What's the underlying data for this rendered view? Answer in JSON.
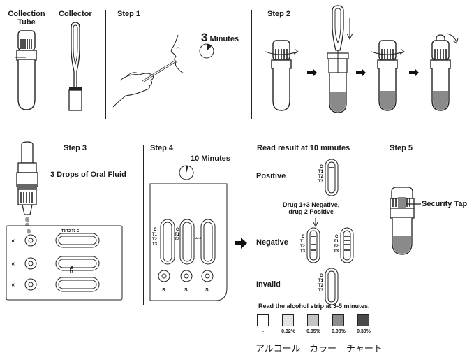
{
  "top": {
    "collection_tube": "Collection\nTube",
    "collector": "Collector",
    "step1": "Step 1",
    "step1_minutes_num": "3",
    "step1_minutes_text": " Minutes",
    "step2": "Step 2"
  },
  "step3": {
    "title": "Step 3",
    "instruction": "3 Drops of  Oral Fluid",
    "well_label": "S",
    "strip_marks": [
      "C",
      "T1",
      "T2",
      "T3"
    ],
    "alc_label": "ALC"
  },
  "step4": {
    "title": "Step 4",
    "minutes": "10 Minutes",
    "strip_marks": [
      "C",
      "T1",
      "T2",
      "T3"
    ],
    "alc_label": "ALC",
    "well_label": "S"
  },
  "result": {
    "title": "Read result at 10 minutes",
    "positive": "Positive",
    "negative": "Negative",
    "invalid": "Invalid",
    "note": "Drug 1+3 Negative,\ndrug 2 Positive",
    "marks": [
      "C",
      "T1",
      "T2",
      "T3"
    ],
    "alcohol_note": "Read the alcohol strip at 3-5 minutes.",
    "swatches": [
      {
        "label": "-",
        "color": "#ffffff"
      },
      {
        "label": "0.02%",
        "color": "#e3e3e3"
      },
      {
        "label": "0.05%",
        "color": "#c4c4c4"
      },
      {
        "label": "0.08%",
        "color": "#8d8d8d"
      },
      {
        "label": "0.30%",
        "color": "#4a4a4a"
      }
    ],
    "chart_caption": [
      "アルコール",
      "カラー",
      "チャート"
    ]
  },
  "step5": {
    "title": "Step 5",
    "security_tap": "Security Tap"
  }
}
